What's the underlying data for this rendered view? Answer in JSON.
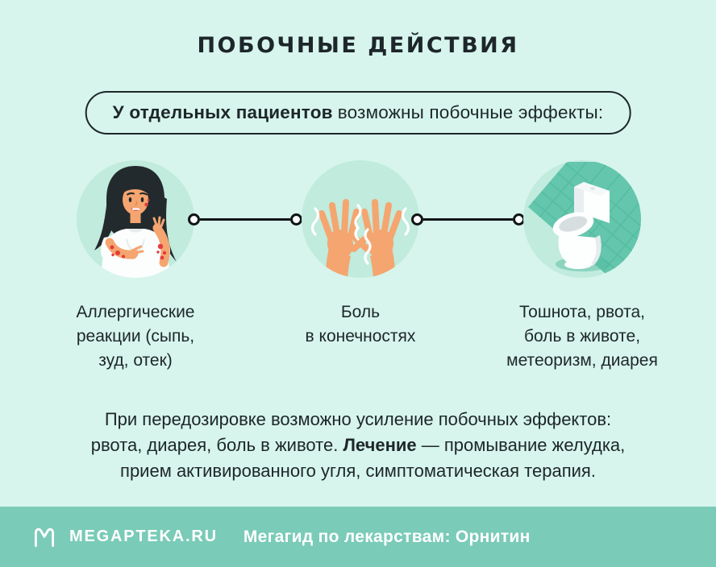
{
  "title": "ПОБОЧНЫЕ ДЕЙСТВИЯ",
  "banner": {
    "bold_part": "У отдельных пациентов",
    "rest_part": "возможны побочные эффекты:"
  },
  "effects": [
    {
      "icon": "allergic-woman-illustration",
      "lines": [
        "Аллергические",
        "реакции (сыпь,",
        "зуд, отек)"
      ]
    },
    {
      "icon": "trembling-hands-illustration",
      "lines": [
        "Боль",
        "в конечностях"
      ]
    },
    {
      "icon": "toilet-illustration",
      "lines": [
        "Тошнота, рвота,",
        "боль в животе,",
        "метеоризм, диарея"
      ]
    }
  ],
  "note": {
    "lines": [
      {
        "pre": "При передозировке возможно усиление побочных эффектов:",
        "bold": "",
        "post": ""
      },
      {
        "pre": "рвота, диарея, боль в животе. ",
        "bold": "Лечение",
        "post": " — промывание желудка,"
      },
      {
        "pre": "прием активированного угля, симптоматическая терапия.",
        "bold": "",
        "post": ""
      }
    ]
  },
  "footer": {
    "logo_icon": "megapteka-m-icon",
    "brand": "MEGAPTEKA.RU",
    "tagline": "Мегагид по лекарствам: Орнитин"
  },
  "colors": {
    "background": "#d7f5ec",
    "circle_fill": "#c0ebdd",
    "text": "#1d262a",
    "footer_bar": "#7acbb8",
    "rash_red": "#e23c3e",
    "skin": "#f5a56f",
    "tile_wall": "#64c6ad",
    "line_black": "#101517",
    "white": "#ffffff"
  }
}
